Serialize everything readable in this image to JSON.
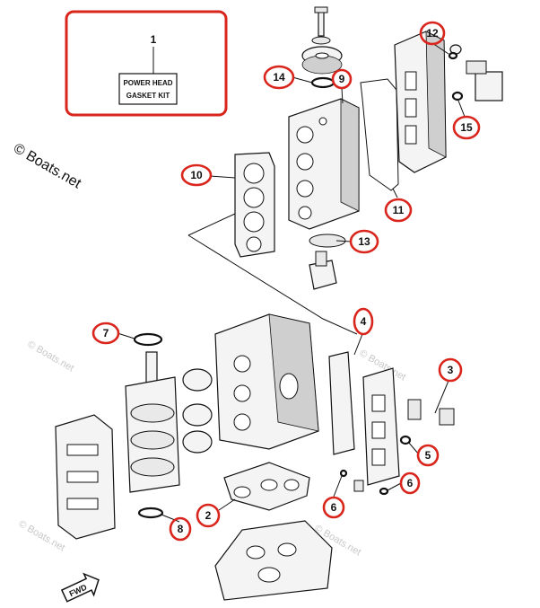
{
  "kit": {
    "number": "1",
    "label_line1": "POWER HEAD",
    "label_line2": "GASKET KIT"
  },
  "watermark": {
    "main": "© Boats.net",
    "faint": "© Boats.net"
  },
  "fwd_label": "FWD",
  "callouts": [
    {
      "id": "14",
      "label": "14"
    },
    {
      "id": "9",
      "label": "9"
    },
    {
      "id": "12",
      "label": "12"
    },
    {
      "id": "15",
      "label": "15"
    },
    {
      "id": "10",
      "label": "10"
    },
    {
      "id": "11",
      "label": "11"
    },
    {
      "id": "13",
      "label": "13"
    },
    {
      "id": "4",
      "label": "4"
    },
    {
      "id": "7",
      "label": "7"
    },
    {
      "id": "3",
      "label": "3"
    },
    {
      "id": "5",
      "label": "5"
    },
    {
      "id": "6",
      "label": "6"
    },
    {
      "id": "6b",
      "label": "6"
    },
    {
      "id": "2",
      "label": "2"
    },
    {
      "id": "8",
      "label": "8"
    }
  ],
  "colors": {
    "highlight": "#d9251c",
    "ink": "#111111",
    "watermark": "#c8c8c8"
  }
}
